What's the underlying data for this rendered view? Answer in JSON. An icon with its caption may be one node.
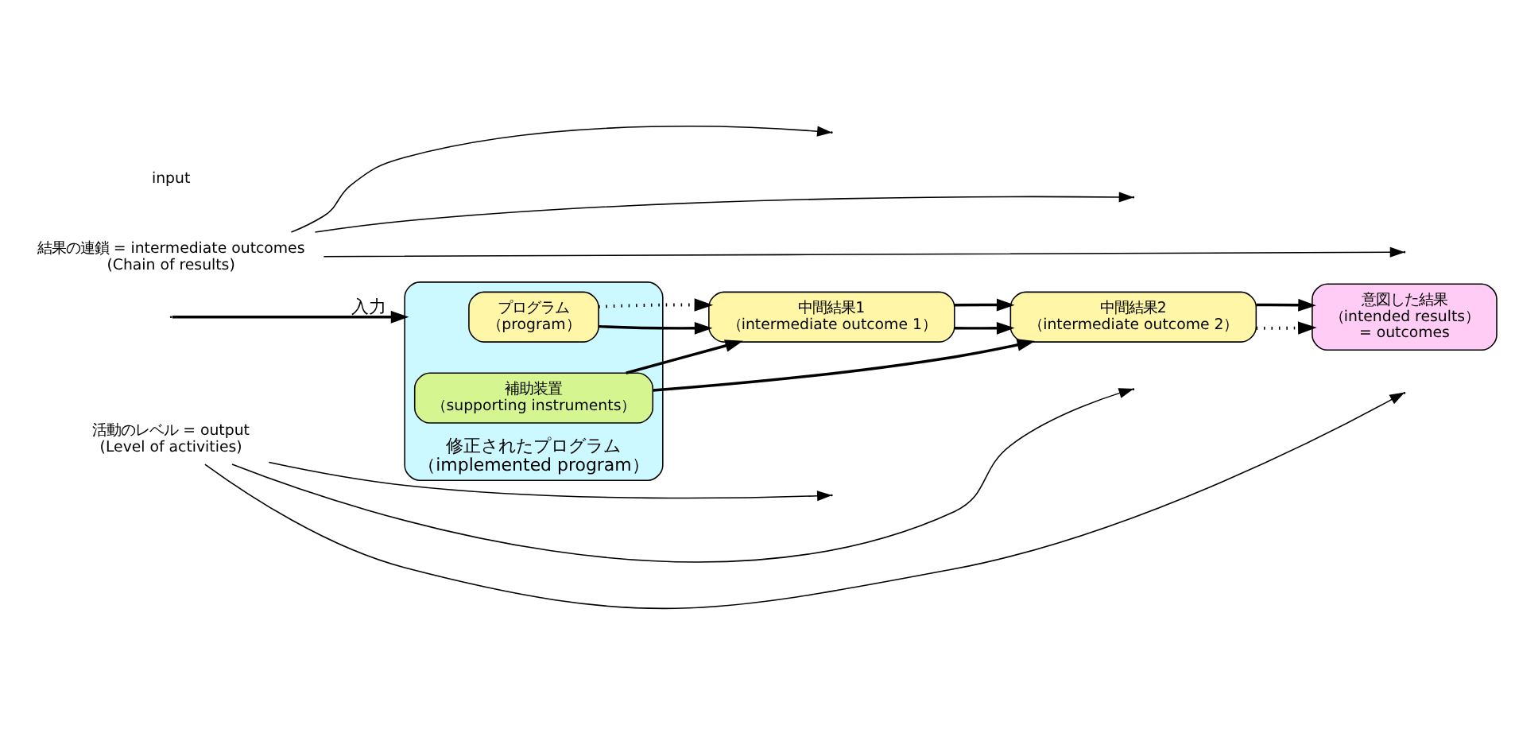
{
  "diagram": {
    "nodes": [
      {
        "text": [
          "活動のレベル = output",
          "(Level of activities)"
        ]
      },
      {
        "text": [
          "修正されたプログラム",
          "（implemented program）"
        ]
      },
      {
        "text": [
          "プログラム",
          "（program）"
        ],
        "in": 1
      },
      {
        "text": [
          "中間結果1",
          "（intermediate outcome 1）"
        ]
      },
      {
        "text": [
          "中間結果2",
          "（intermediate outcome 2）"
        ]
      },
      {
        "text": [
          "意図した結果",
          "（intended results）",
          "= outcomes"
        ]
      },
      {
        "text": [
          "補助装置",
          "（supporting instruments）"
        ],
        "in": 1
      },
      {
        "text": [
          "結果の連鎖 = intermediate outcomes",
          "(Chain of results)"
        ]
      }
    ],
    "edges": [
      {
        "from": null,
        "to": 1,
        "arrow": "to",
        "label": "入力"
      },
      {
        "from": 2,
        "to": 3,
        "arrow": "to"
      },
      {
        "from": 2,
        "to": 3,
        "arrow": "to",
        "style": "dashed"
      },
      {
        "from": 3,
        "to": 4,
        "arrow": "to"
      },
      {
        "from": 3,
        "to": 4,
        "arrow": "to"
      },
      {
        "from": 4,
        "to": 5,
        "arrow": "to",
        "style": "dashed"
      },
      {
        "from": 4,
        "to": 5,
        "arrow": "to"
      },
      {
        "from": 6,
        "to": 3,
        "arrow": "to"
      },
      {
        "from": 6,
        "to": 4,
        "arrow": "to"
      },
      {
        "from": 0,
        "to": null,
        "arrow": "to"
      },
      {
        "from": 0,
        "to": null,
        "arrow": "to"
      },
      {
        "from": 0,
        "to": null,
        "arrow": "to"
      },
      {
        "from": 7,
        "to": null,
        "arrow": "to"
      },
      {
        "from": 7,
        "to": null,
        "arrow": "to"
      },
      {
        "from": 7,
        "to": null,
        "arrow": "to"
      }
    ],
    "labels": [
      "input"
    ]
  }
}
